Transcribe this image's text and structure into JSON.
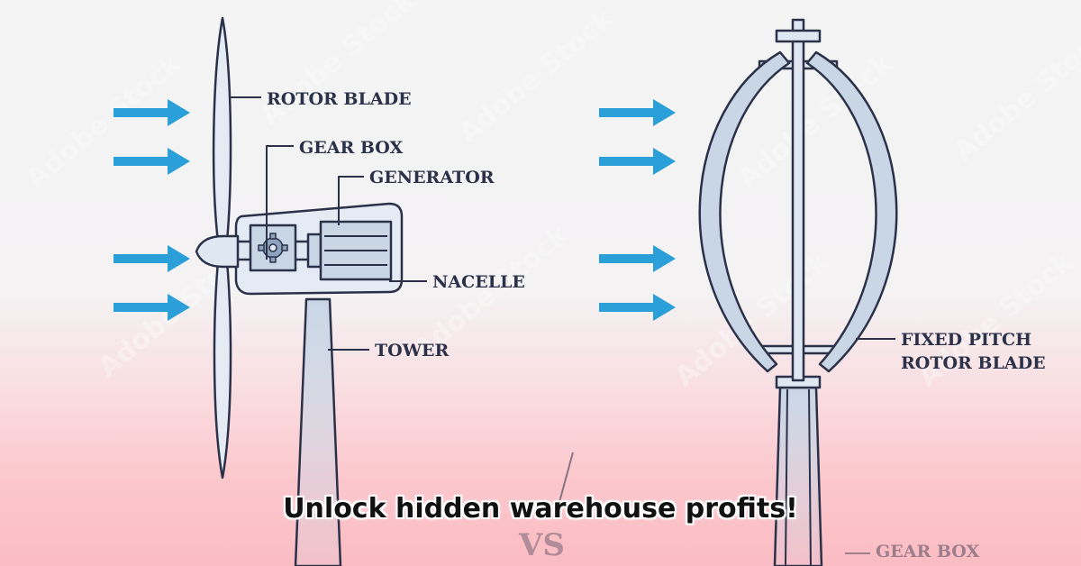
{
  "caption": "Unlock hidden warehouse profits!",
  "horizontal_turbine": {
    "labels": {
      "rotor_blade": "ROTOR BLADE",
      "gear_box": "GEAR BOX",
      "generator": "GENERATOR",
      "nacelle": "NACELLE",
      "tower": "TOWER"
    }
  },
  "vertical_turbine": {
    "labels": {
      "rotor_blade_line1": "FIXED PITCH",
      "rotor_blade_line2": "ROTOR BLADE",
      "gear_box_partial": "GEAR BOX"
    }
  },
  "vs_label": "VS",
  "watermark": "Adobe Stock",
  "colors": {
    "wind_arrow": "#2a9fd8",
    "outline": "#2b3148",
    "part_fill": "#c9d6e6",
    "background_top": "#f4f4f5",
    "background_bottom": "#fbbcc3"
  },
  "icons": {
    "wind": "right-arrow",
    "gear": "gear-icon"
  }
}
